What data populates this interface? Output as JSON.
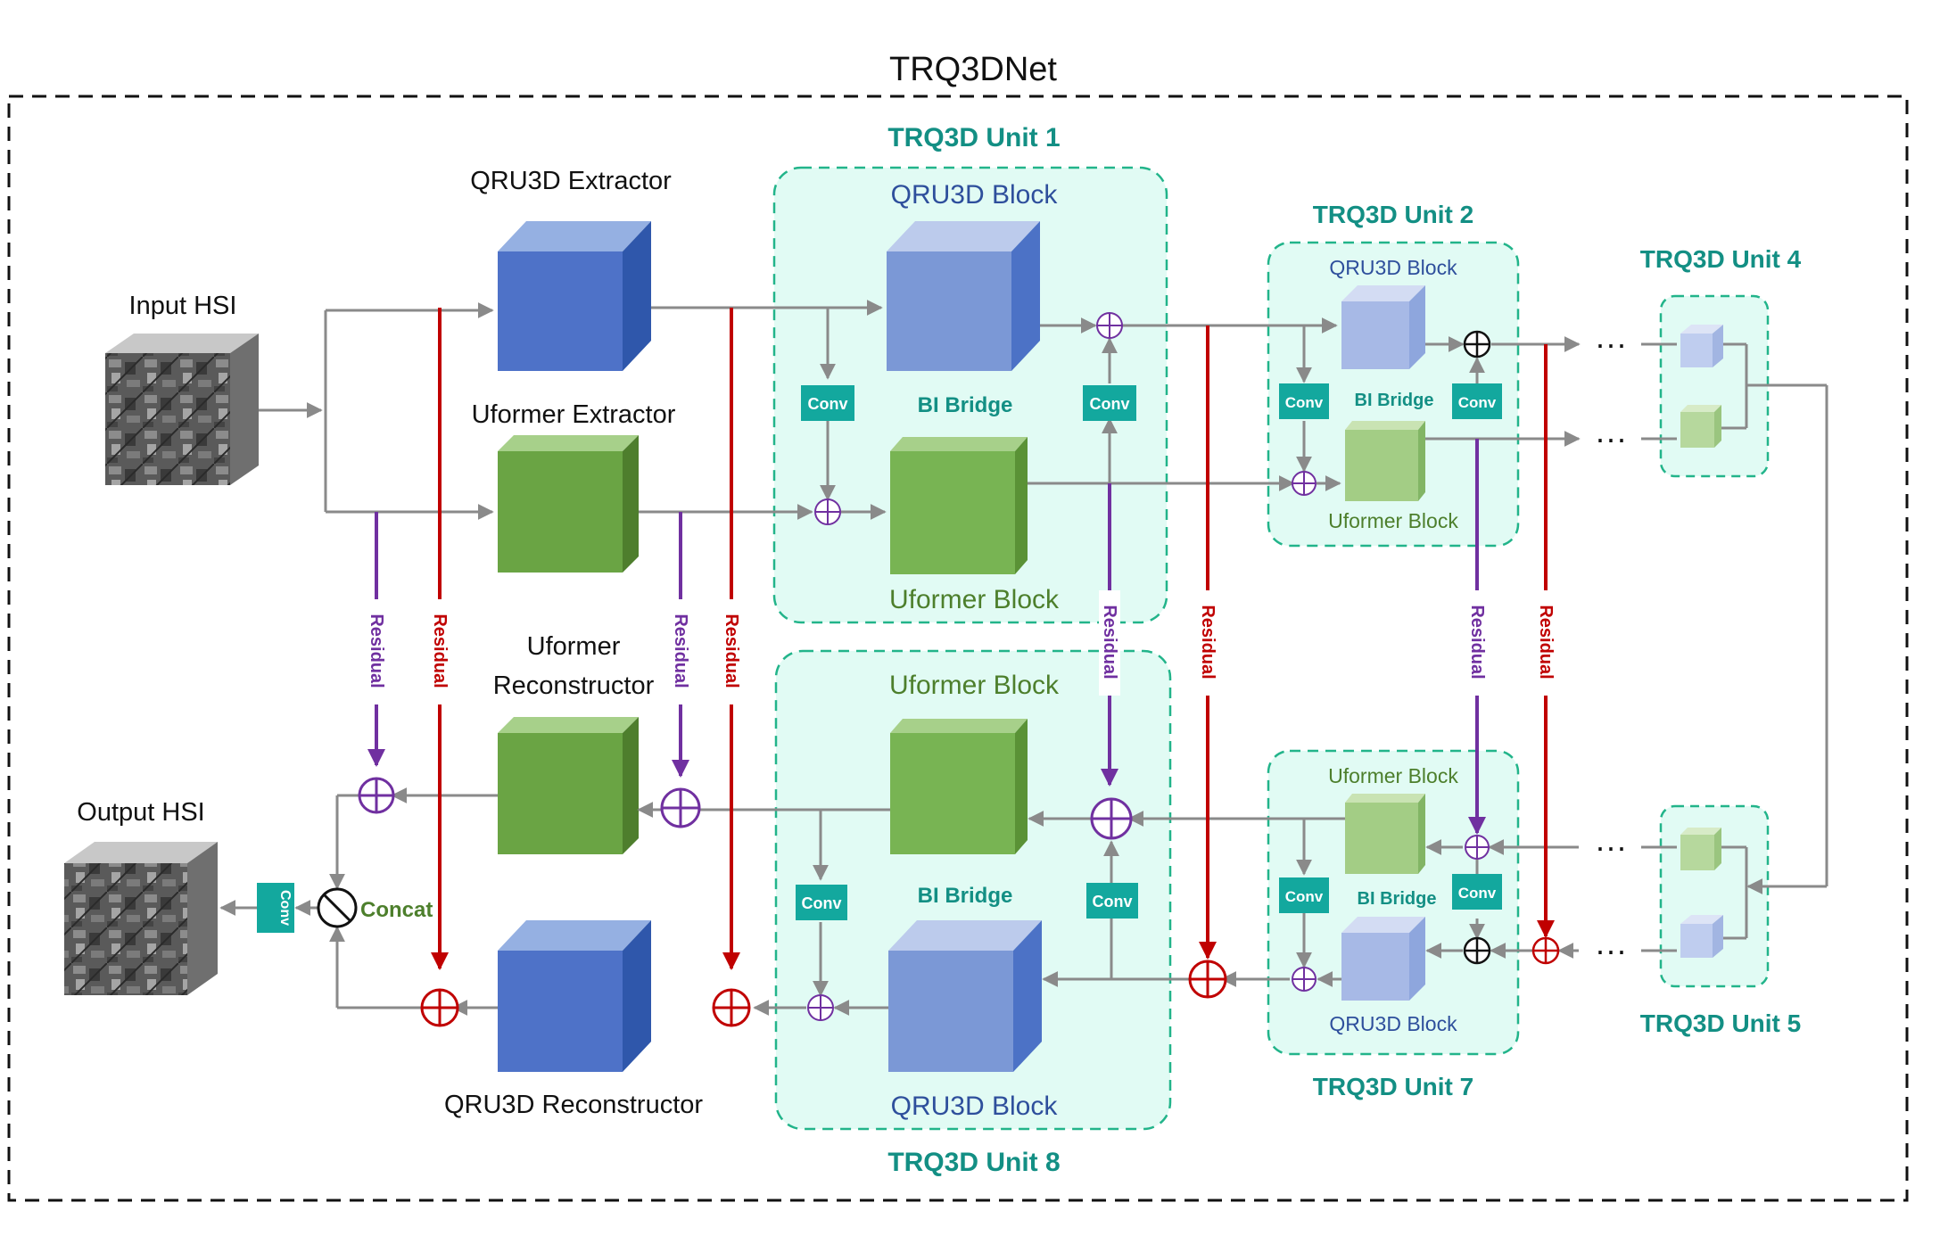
{
  "title": "TRQ3DNet",
  "units": {
    "u1": "TRQ3D Unit 1",
    "u2": "TRQ3D Unit 2",
    "u4": "TRQ3D Unit 4",
    "u5": "TRQ3D Unit 5",
    "u7": "TRQ3D Unit 7",
    "u8": "TRQ3D Unit 8"
  },
  "labels": {
    "input_hsi": "Input HSI",
    "output_hsi": "Output HSI",
    "qru3d_extractor": "QRU3D Extractor",
    "uformer_extractor": "Uformer Extractor",
    "uformer_reconstructor_l1": "Uformer",
    "uformer_reconstructor_l2": "Reconstructor",
    "qru3d_reconstructor": "QRU3D Reconstructor",
    "qru3d_block": "QRU3D Block",
    "uformer_block": "Uformer Block",
    "bi_bridge": "BI Bridge",
    "conv": "Conv",
    "concat": "Concat",
    "residual": "Residual",
    "ellipsis": "···"
  },
  "colors": {
    "qru_blue": "#4e72c8",
    "uformer_green": "#6aa444",
    "unit_teal": "#138f84",
    "conv_teal": "#13a89e",
    "residual_red": "#c00000",
    "residual_purple": "#7030a0",
    "unit_fill": "#e1fbf4",
    "connector_gray": "#8a8a8a"
  }
}
